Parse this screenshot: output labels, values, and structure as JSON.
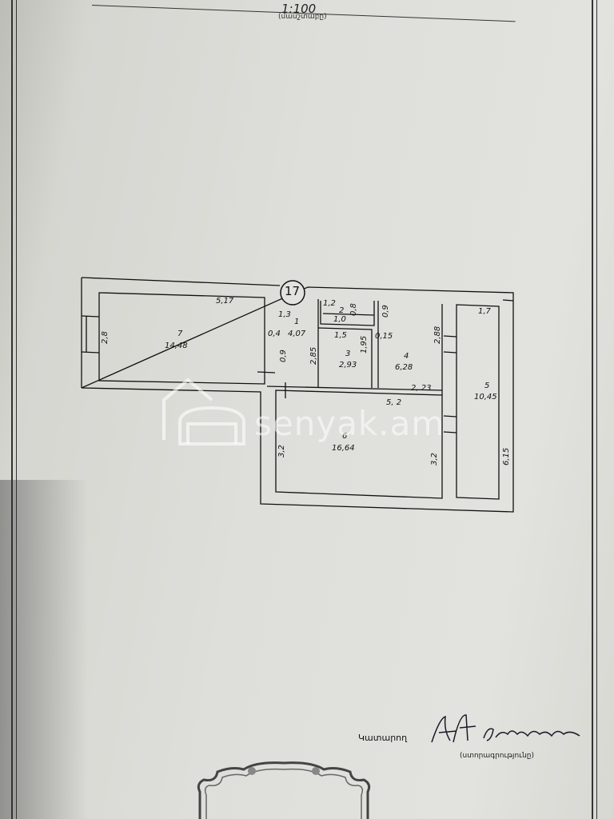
{
  "header": {
    "scale": "1:100",
    "scale_caption": "(մասշտաբը)"
  },
  "plan": {
    "unit_number": "17",
    "rooms": [
      {
        "number": "1",
        "area": "4,07"
      },
      {
        "number": "2",
        "area": "1,0"
      },
      {
        "number": "3",
        "area": "2,93"
      },
      {
        "number": "4",
        "area": "6,28"
      },
      {
        "number": "5",
        "area": "10,45"
      },
      {
        "number": "6",
        "area": "16,64"
      },
      {
        "number": "7",
        "area": "14,48"
      }
    ],
    "dimensions": {
      "d_5_17": "5,17",
      "d_2_8": "2,8",
      "d_1_3": "1,3",
      "d_0_4": "0,4",
      "d_0_9a": "0,9",
      "d_2_85": "2,85",
      "d_1_2": "1,2",
      "d_0_8": "0,8",
      "d_1_5": "1,5",
      "d_1_95": "1,95",
      "d_0_15": "0,15",
      "d_0_9b": "0,9",
      "d_2_88": "2,88",
      "d_1_7": "1,7",
      "d_2_23": "2, 23",
      "d_5_2": "5, 2",
      "d_3_2a": "3,2",
      "d_3_2b": "3,2",
      "d_6_15": "6,15"
    }
  },
  "watermark": {
    "text": "senyak.am"
  },
  "signature": {
    "label": "Կատարող",
    "caption": "(ստորագրությունը)"
  }
}
